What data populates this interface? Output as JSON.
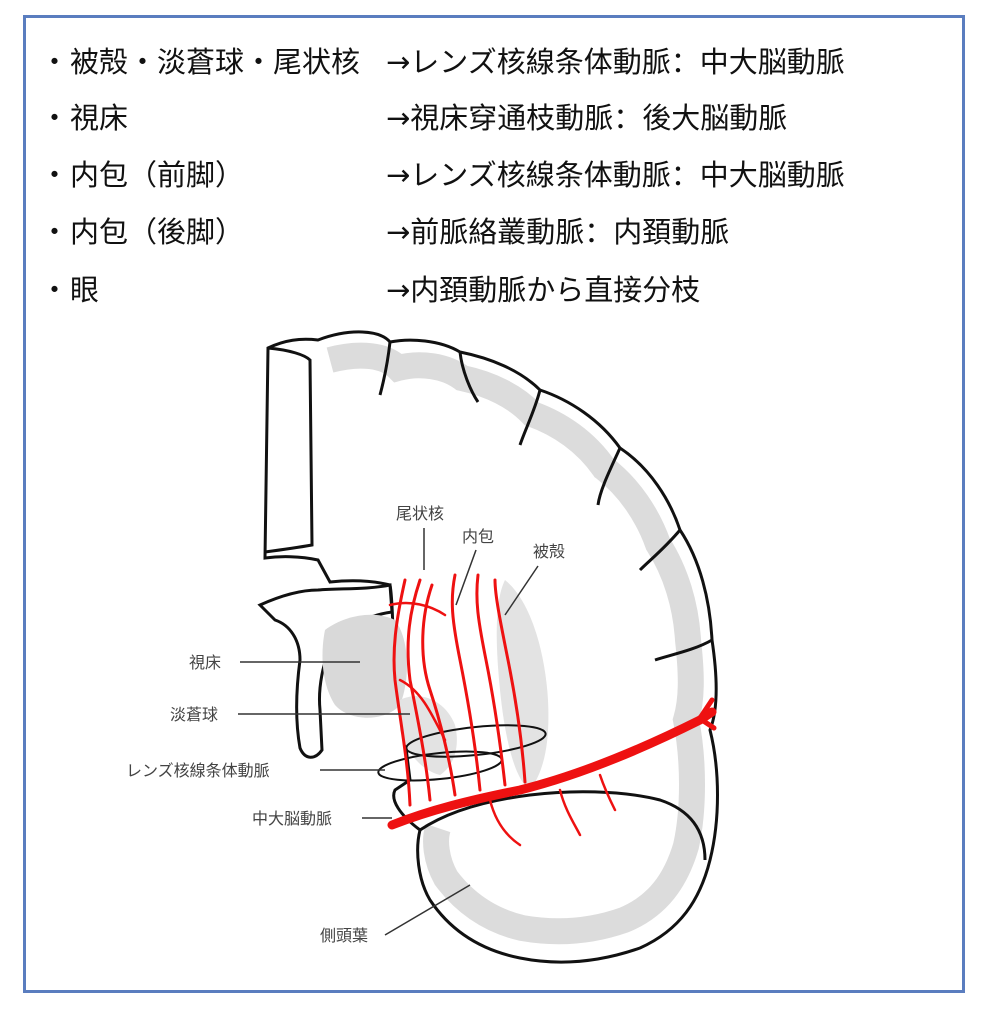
{
  "list": [
    {
      "bullet": "・",
      "region": "被殻・淡蒼球・尾状核",
      "arrow_text": "→レンズ核線条体動脈：中大脳動脈"
    },
    {
      "bullet": "・",
      "region": "視床",
      "arrow_text": "→視床穿通枝動脈：後大脳動脈"
    },
    {
      "bullet": "・",
      "region": "内包（前脚）",
      "arrow_text": "→レンズ核線条体動脈：中大脳動脈"
    },
    {
      "bullet": "・",
      "region": "内包（後脚）",
      "arrow_text": "→前脈絡叢動脈：内頚動脈"
    },
    {
      "bullet": "・",
      "region": "眼",
      "arrow_text": "→内頚動脈から直接分枝"
    }
  ],
  "diagram": {
    "labels": {
      "caudate": "尾状核",
      "internal_capsule": "内包",
      "putamen": "被殻",
      "thalamus": "視床",
      "globus_pallidus": "淡蒼球",
      "lenticulostriate": "レンズ核線条体動脈",
      "mca": "中大脳動脈",
      "temporal_lobe": "側頭葉"
    },
    "colors": {
      "artery": "#ee1111",
      "gray_matter": "#d9d9d9",
      "outline": "#111111",
      "frame": "#5a7dbf"
    }
  }
}
